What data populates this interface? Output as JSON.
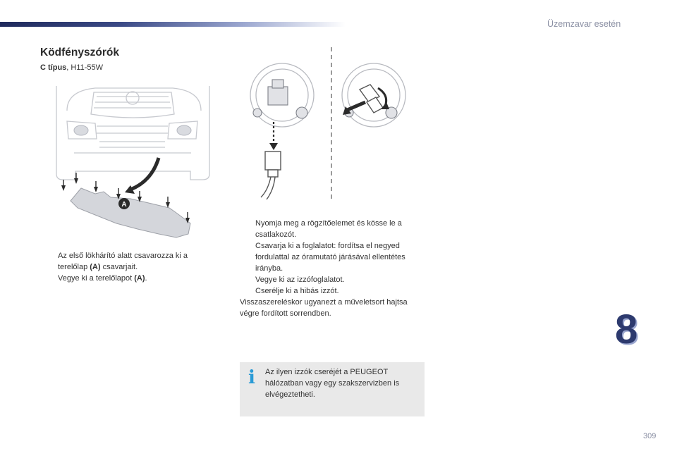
{
  "header": {
    "section_title": "Üzemzavar esetén"
  },
  "main": {
    "title": "Ködfényszórók",
    "subtitle_bold": "C típus",
    "subtitle_rest": ", H11-55W",
    "left_list": [
      {
        "bullet": "",
        "text_before": "Az első lökhárító alatt csavarozza ki a terelőlap ",
        "bold": "(A)",
        "text_after": " csavarjait."
      },
      {
        "bullet": "",
        "text_before": "Vegye ki a terelőlapot ",
        "bold": "(A)",
        "text_after": "."
      }
    ],
    "right_list": [
      {
        "bullet": "",
        "text": "Nyomja meg a rögzítőelemet és kösse le a csatlakozót."
      },
      {
        "bullet": "",
        "text": "Csavarja ki a foglalatot: fordítsa el negyed fordulattal az óramutató járásával ellentétes irányba."
      },
      {
        "bullet": "",
        "text": "Vegye ki az izzófoglalatot."
      },
      {
        "bullet": "",
        "text": "Cserélje ki a hibás izzót."
      }
    ],
    "closing_para": "Visszaszereléskor ugyanezt a műveletsort hajtsa végre fordított sorrendben.",
    "figure_label_a": "A"
  },
  "info_box": {
    "icon": "info-icon",
    "icon_glyph": "i",
    "text": "Az ilyen izzók cseréjét a PEUGEOT hálózatban vagy egy szakszervizben is elvégeztetheti."
  },
  "chapter_number": "8",
  "page_number": "309",
  "colors": {
    "accent_dark": "#1f2a5c",
    "info_blue": "#2a9bd6",
    "box_grey": "#e9e9e9"
  }
}
